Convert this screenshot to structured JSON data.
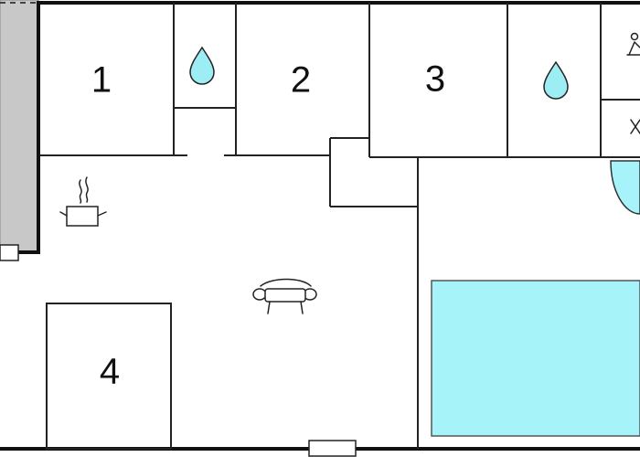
{
  "rooms": [
    {
      "id": "bedroom-1",
      "label": "1"
    },
    {
      "id": "bedroom-2",
      "label": "2"
    },
    {
      "id": "bedroom-3",
      "label": "3"
    },
    {
      "id": "bedroom-4",
      "label": "4"
    }
  ],
  "icons": {
    "bathroom_a": "water-drop-icon",
    "bathroom_b": "water-drop-icon",
    "kitchen": "cooking-pot-icon",
    "living": "sofa-icon",
    "sauna": "sauna-person-icon",
    "storage": "cross-mark-icon"
  },
  "colors": {
    "water": "#9deef4",
    "pool": "#a7f3fa",
    "exterior": "#c8c8c8",
    "wall": "#111111",
    "window": "#ffffff"
  }
}
